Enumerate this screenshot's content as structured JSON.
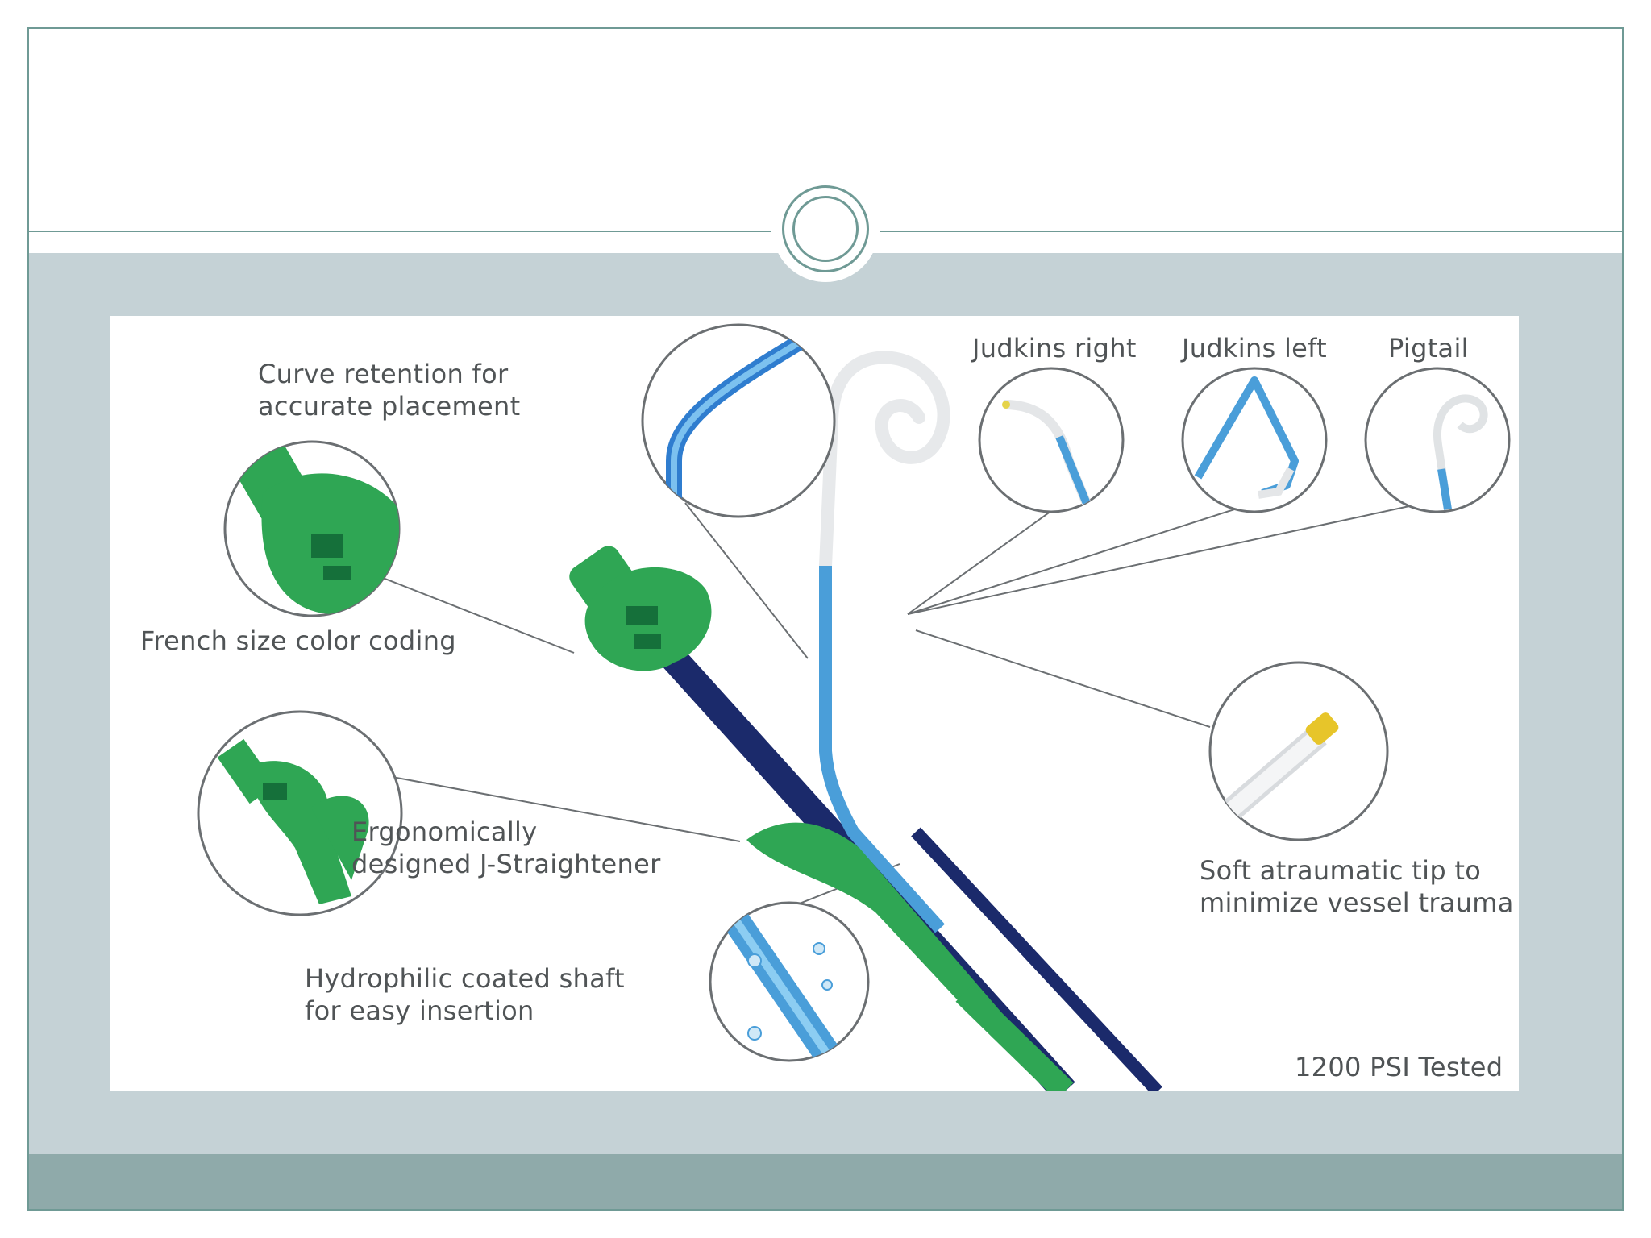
{
  "slide": {
    "title": "",
    "colors": {
      "frame": "#6f9a95",
      "content_band": "#c5d2d6",
      "footer_band": "#8faaaa",
      "catheter_green": "#2fa654",
      "catheter_navy": "#1b2a6b",
      "catheter_blue": "#4a9ed9"
    }
  },
  "figure": {
    "labels": {
      "curve_retention_1": "Curve retention for",
      "curve_retention_2": "accurate placement",
      "french_size": "French size color coding",
      "ergonomic_1": "Ergonomically",
      "ergonomic_2": "designed J-Straightener",
      "hydrophilic_1": "Hydrophilic coated shaft",
      "hydrophilic_2": "for easy insertion",
      "judkins_right": "Judkins right",
      "judkins_left": "Judkins left",
      "pigtail": "Pigtail",
      "soft_tip_1": "Soft atraumatic tip to",
      "soft_tip_2": "minimize vessel trauma",
      "psi": "1200 PSI Tested"
    },
    "icons": [
      "curve-retention-callout-icon",
      "french-size-hub-callout-icon",
      "j-straightener-callout-icon",
      "hydrophilic-shaft-callout-icon",
      "judkins-right-curve-icon",
      "judkins-left-curve-icon",
      "pigtail-curve-icon",
      "soft-tip-callout-icon",
      "catheter-illustration"
    ]
  }
}
